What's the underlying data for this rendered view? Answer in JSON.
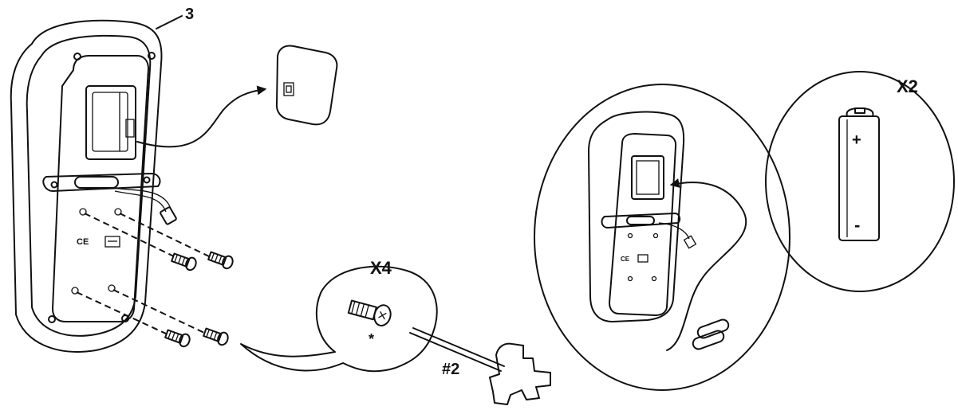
{
  "labels": {
    "part_number": "3",
    "screw_count": "X4",
    "battery_count": "X2",
    "screwdriver_size": "#2",
    "screw_note": "*",
    "battery_plus": "+",
    "battery_minus": "-",
    "ce_mark": "CE"
  },
  "colors": {
    "line": "#111111",
    "background": "#ffffff"
  },
  "icons": {
    "screw": "screw-icon",
    "battery": "aa-battery-icon",
    "screwdriver": "screwdriver-icon",
    "cover": "battery-cover-icon"
  }
}
